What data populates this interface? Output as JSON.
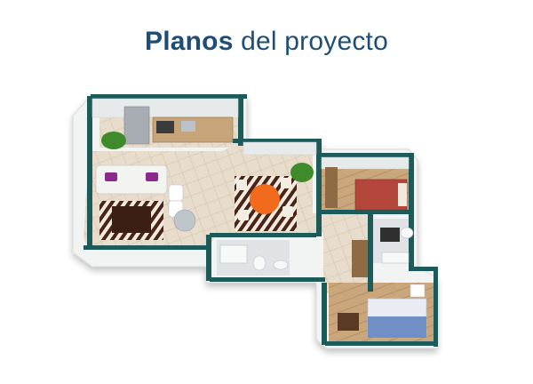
{
  "header": {
    "title_bold": "Planos",
    "title_rest": " del proyecto"
  },
  "floorplan": {
    "image_description_hidden": "",
    "colors": {
      "wall_teal": "#1d5a5a",
      "wall_white": "#eef0f0",
      "floor_wood": "#c9a67b",
      "floor_tile": "#e6dccd",
      "rug_zebra": "#4a2418",
      "table_orange": "#f26a1b",
      "bed_red": "#b4463c",
      "bed_blue": "#6f8fc6",
      "sofa_white": "#f3f3f0",
      "cushion_purple": "#8a2a8c",
      "plant_green": "#3f8a2a"
    },
    "icons": [
      "kitchen",
      "sofa",
      "dining-table",
      "bed",
      "bathroom",
      "plant"
    ]
  }
}
